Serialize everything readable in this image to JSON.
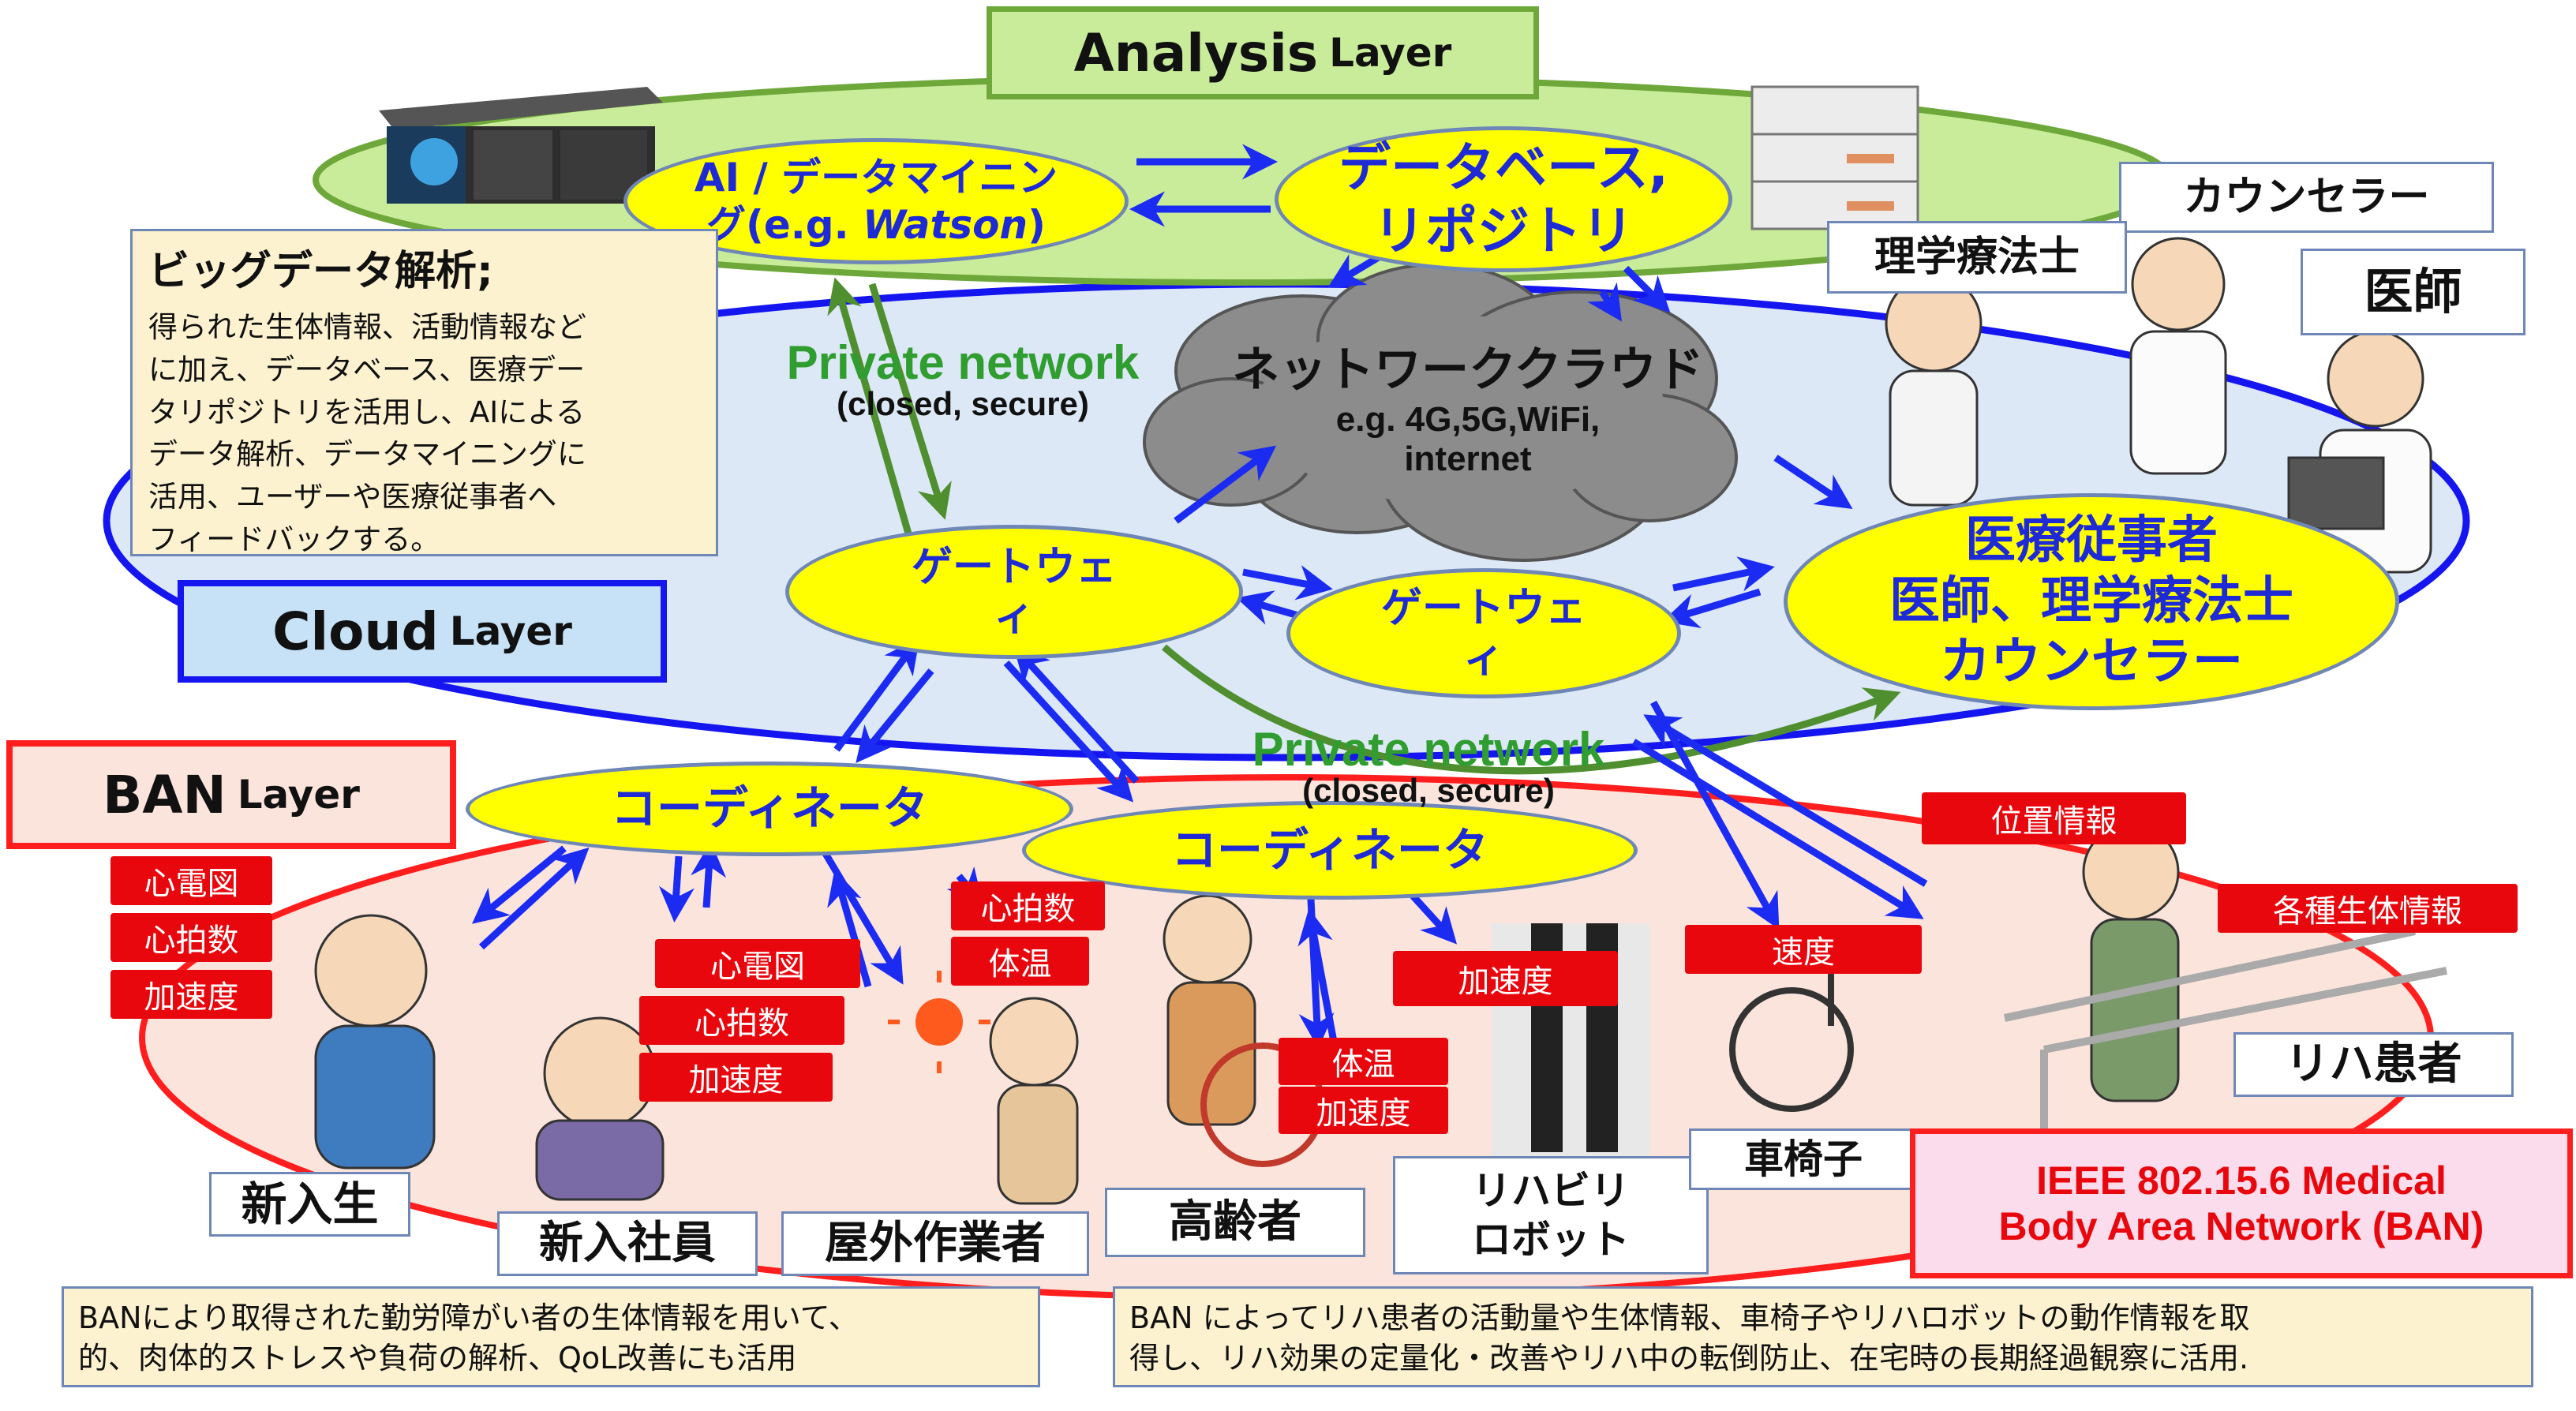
{
  "analysis_layer": {
    "title": "Analysis",
    "suffix": "Layer"
  },
  "cloud_layer": {
    "title": "Cloud",
    "suffix": "Layer"
  },
  "ban_layer": {
    "title": "BAN",
    "suffix": "Layer"
  },
  "nodes": {
    "ai_line1": "AI / データマイニン",
    "ai_line2_pre": "グ(e.g. ",
    "ai_line2_em": "Watson",
    "ai_line2_post": ")",
    "db_line1": "データベース,",
    "db_line2": "リポジトリ",
    "gateway_left_line1": "ゲートウェ",
    "gateway_left_line2": "ィ",
    "gateway_right_line1": "ゲートウェ",
    "gateway_right_line2": "ィ",
    "coordinator_left": "コーディネータ",
    "coordinator_right": "コーディネータ",
    "medical_line1": "医療従事者",
    "medical_line2": "医師、理学療法士",
    "medical_line3": "カウンセラー"
  },
  "cloud": {
    "title": "ネットワーククラウド",
    "sub1": "e.g. 4G,5G,WiFi,",
    "sub2": "internet"
  },
  "private_network": {
    "label": "Private network",
    "sub": "(closed, secure)"
  },
  "big_data": {
    "title": "ビッグデータ解析;",
    "lines": [
      "得られた生体情報、活動情報など",
      "に加え、データベース、医療デー",
      "タリポジトリを活用し、AIによる",
      "データ解析、データマイニングに",
      "活用、ユーザーや医療従事者へ",
      "フィードバックする。"
    ]
  },
  "people": {
    "counselor": "カウンセラー",
    "physio": "理学療法士",
    "doctor": "医師",
    "freshman": "新入生",
    "new_employee": "新入社員",
    "outdoor_worker": "屋外作業者",
    "elderly": "高齢者",
    "rehab_robot_line1": "リハビリ",
    "rehab_robot_line2": "ロボット",
    "wheelchair": "車椅子",
    "rehab_patient": "リハ患者"
  },
  "tags": {
    "freshman": [
      "心電図",
      "心拍数",
      "加速度"
    ],
    "new_employee": [
      "心電図",
      "心拍数",
      "加速度"
    ],
    "outdoor_worker": [
      "心拍数",
      "体温"
    ],
    "elderly": [
      "体温",
      "加速度"
    ],
    "robot": "加速度",
    "wheelchair": "速度",
    "location": "位置情報",
    "bio": "各種生体情報"
  },
  "ieee": {
    "line1": "IEEE 802.15.6 Medical",
    "line2": "Body Area Network (BAN)"
  },
  "bottom_notes": {
    "left_line1": "BANにより取得された勤労障がい者の生体情報を用いて、",
    "left_line2": "的、肉体的ストレスや負荷の解析、QoL改善にも活用",
    "right_line1": "BAN によってリハ患者の活動量や生体情報、車椅子やリハロボットの動作情報を取",
    "right_line2": "得し、リハ効果の定量化・改善やリハ中の転倒防止、在宅時の長期経過観察に活用."
  },
  "icons": [
    "server-rack-icon",
    "db-server-icon",
    "network-cloud-icon",
    "person-icon",
    "wheelchair-icon",
    "sun-icon"
  ],
  "colors": {
    "arrow": "#1b2bf2",
    "green": "#4f8f2f",
    "yellow": "#ffff00",
    "red": "#e8070d",
    "cloud": "#8c8c8c"
  }
}
